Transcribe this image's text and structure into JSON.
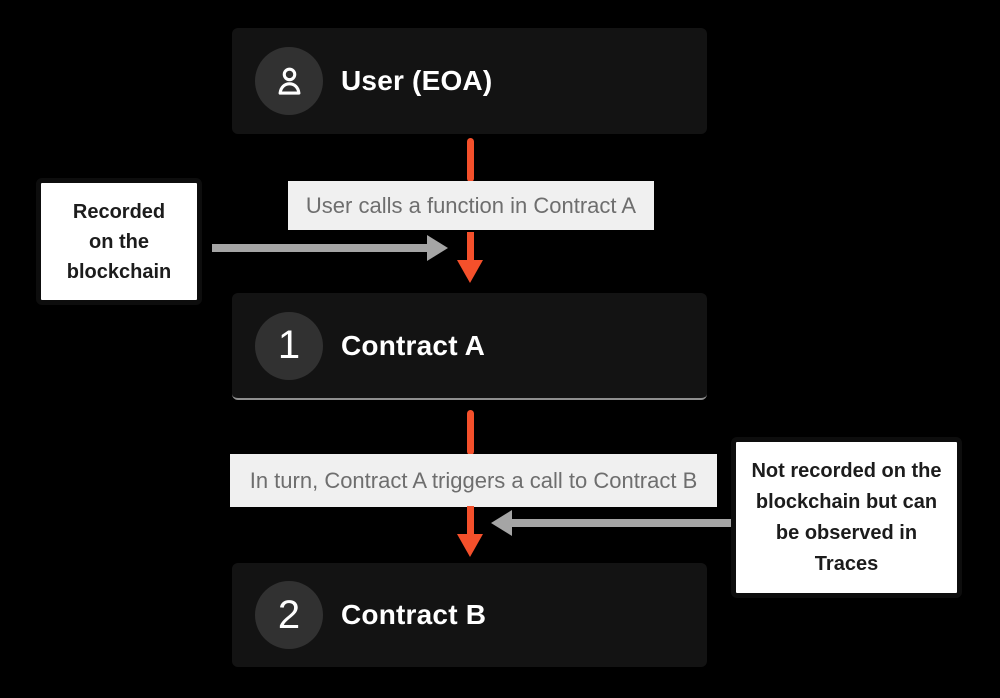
{
  "theme": {
    "background": "#000000",
    "box_bg": "#131313",
    "box_text": "#FFFFFF",
    "badge_bg": "#313131",
    "accent_orange": "#F4502B",
    "arrow_gray": "#A5A5A5",
    "label_bg": "#F0F0F0",
    "label_text": "#6E6E6E",
    "note_bg": "#FFFFFF",
    "note_border": "#0D0D0D",
    "note_text": "#1C1C1C",
    "divider": "#8F8F8F"
  },
  "nodes": {
    "user": {
      "title": "User (EOA)",
      "icon": "user-icon"
    },
    "contract_a": {
      "title": "Contract A",
      "badge": "1"
    },
    "contract_b": {
      "title": "Contract B",
      "badge": "2"
    }
  },
  "flow_labels": {
    "call1": "User calls a function in Contract A",
    "call2": "In turn, Contract A triggers a call to Contract B"
  },
  "notes": {
    "left": {
      "lines": [
        "Recorded",
        "on the",
        "blockchain"
      ]
    },
    "right": {
      "lines": [
        "Not recorded on the",
        "blockchain but can",
        "be observed in",
        "Traces"
      ]
    }
  }
}
